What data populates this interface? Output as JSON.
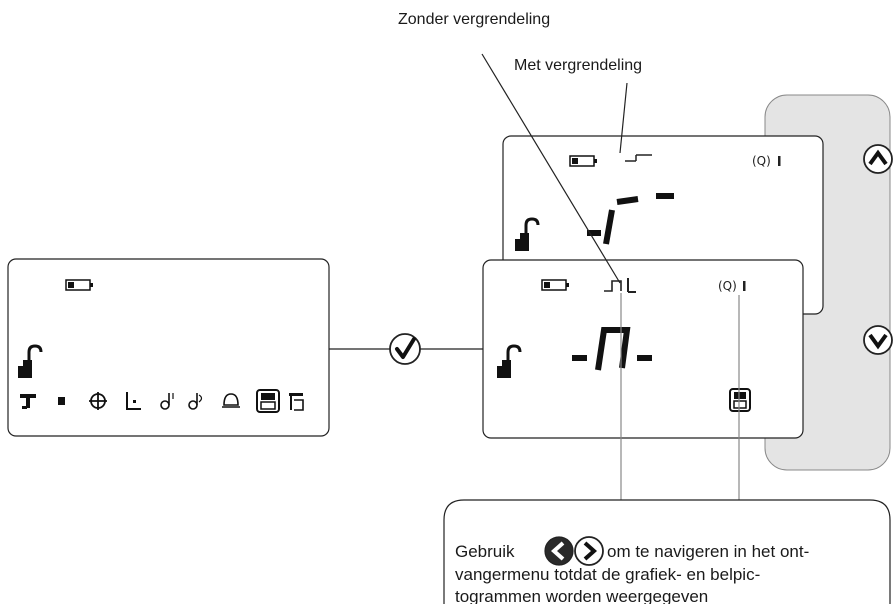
{
  "labels": {
    "without_lock": "Zonder vergrendeling",
    "with_lock": "Met vergrendeling"
  },
  "callout": {
    "line1_before": "Gebruik",
    "line1_after": "om te navigeren in het ont-",
    "line2": "vangermenu totdat de grafiek- en belpic-",
    "line3": "togrammen worden weergegeven"
  },
  "icons": {
    "left_panel": [
      "battery-icon",
      "unlock-icon",
      "settings-row-icons"
    ],
    "back_panel": [
      "battery-icon",
      "lock-segment-icon",
      "signal-icon",
      "unlock-icon"
    ],
    "front_panel": [
      "battery-icon",
      "pulse-lock-icon",
      "signal-icon",
      "unlock-icon",
      "menu-icon"
    ],
    "navigation": [
      "confirm-check-icon",
      "up-arrow-icon",
      "down-arrow-icon",
      "left-arrow-icon",
      "right-arrow-icon"
    ]
  },
  "colors": {
    "line": "#222222",
    "panel_fill": "#ffffff",
    "side_panel_fill": "#e4e4e4",
    "icon_dark": "#111111",
    "nav_fill": "#2a2a2a"
  }
}
